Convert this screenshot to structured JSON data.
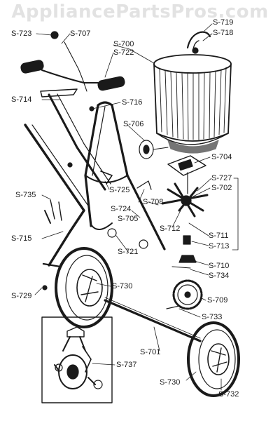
{
  "watermark": "AppliancePartsPros.com",
  "colors": {
    "ink": "#1a1a1a",
    "paper": "#ffffff",
    "watermark": "#969696"
  },
  "parts": [
    "S-723",
    "S-707",
    "S-700",
    "S-722",
    "S-719",
    "S-718",
    "S-714",
    "S-716",
    "S-706",
    "S-704",
    "S-727",
    "S-702",
    "S-735",
    "S-725",
    "S-724",
    "S-708",
    "S-705",
    "S-712",
    "S-711",
    "S-713",
    "S-715",
    "S-721",
    "S-710",
    "S-734",
    "S-729",
    "S-730",
    "S-709",
    "S-733",
    "S-701",
    "S-737",
    "S-730",
    "S-732"
  ]
}
